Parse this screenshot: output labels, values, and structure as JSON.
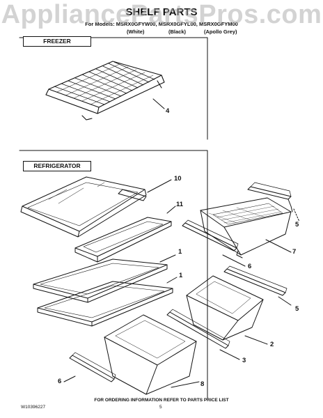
{
  "watermark": "AppliancePartsPros.com",
  "header": {
    "title": "SHELF PARTS",
    "models_line": "For Models: MSRX0GFYW00, MSRX0GFYL00, MSRX0GFYM00",
    "colors": [
      "(White)",
      "(Black)",
      "(Apollo Grey)"
    ]
  },
  "sections": {
    "freezer": "FREEZER",
    "refrigerator": "REFRIGERATOR"
  },
  "callouts": {
    "c4": "4",
    "c10": "10",
    "c11": "11",
    "c5a": "5",
    "c7": "7",
    "c1a": "1",
    "c1b": "1",
    "c6a": "6",
    "c5b": "5",
    "c2": "2",
    "c3": "3",
    "c6b": "6",
    "c8": "8"
  },
  "footer": {
    "doc_number": "W10396227",
    "page": "5",
    "note": "FOR ORDERING INFORMATION REFER TO PARTS PRICE LIST"
  }
}
